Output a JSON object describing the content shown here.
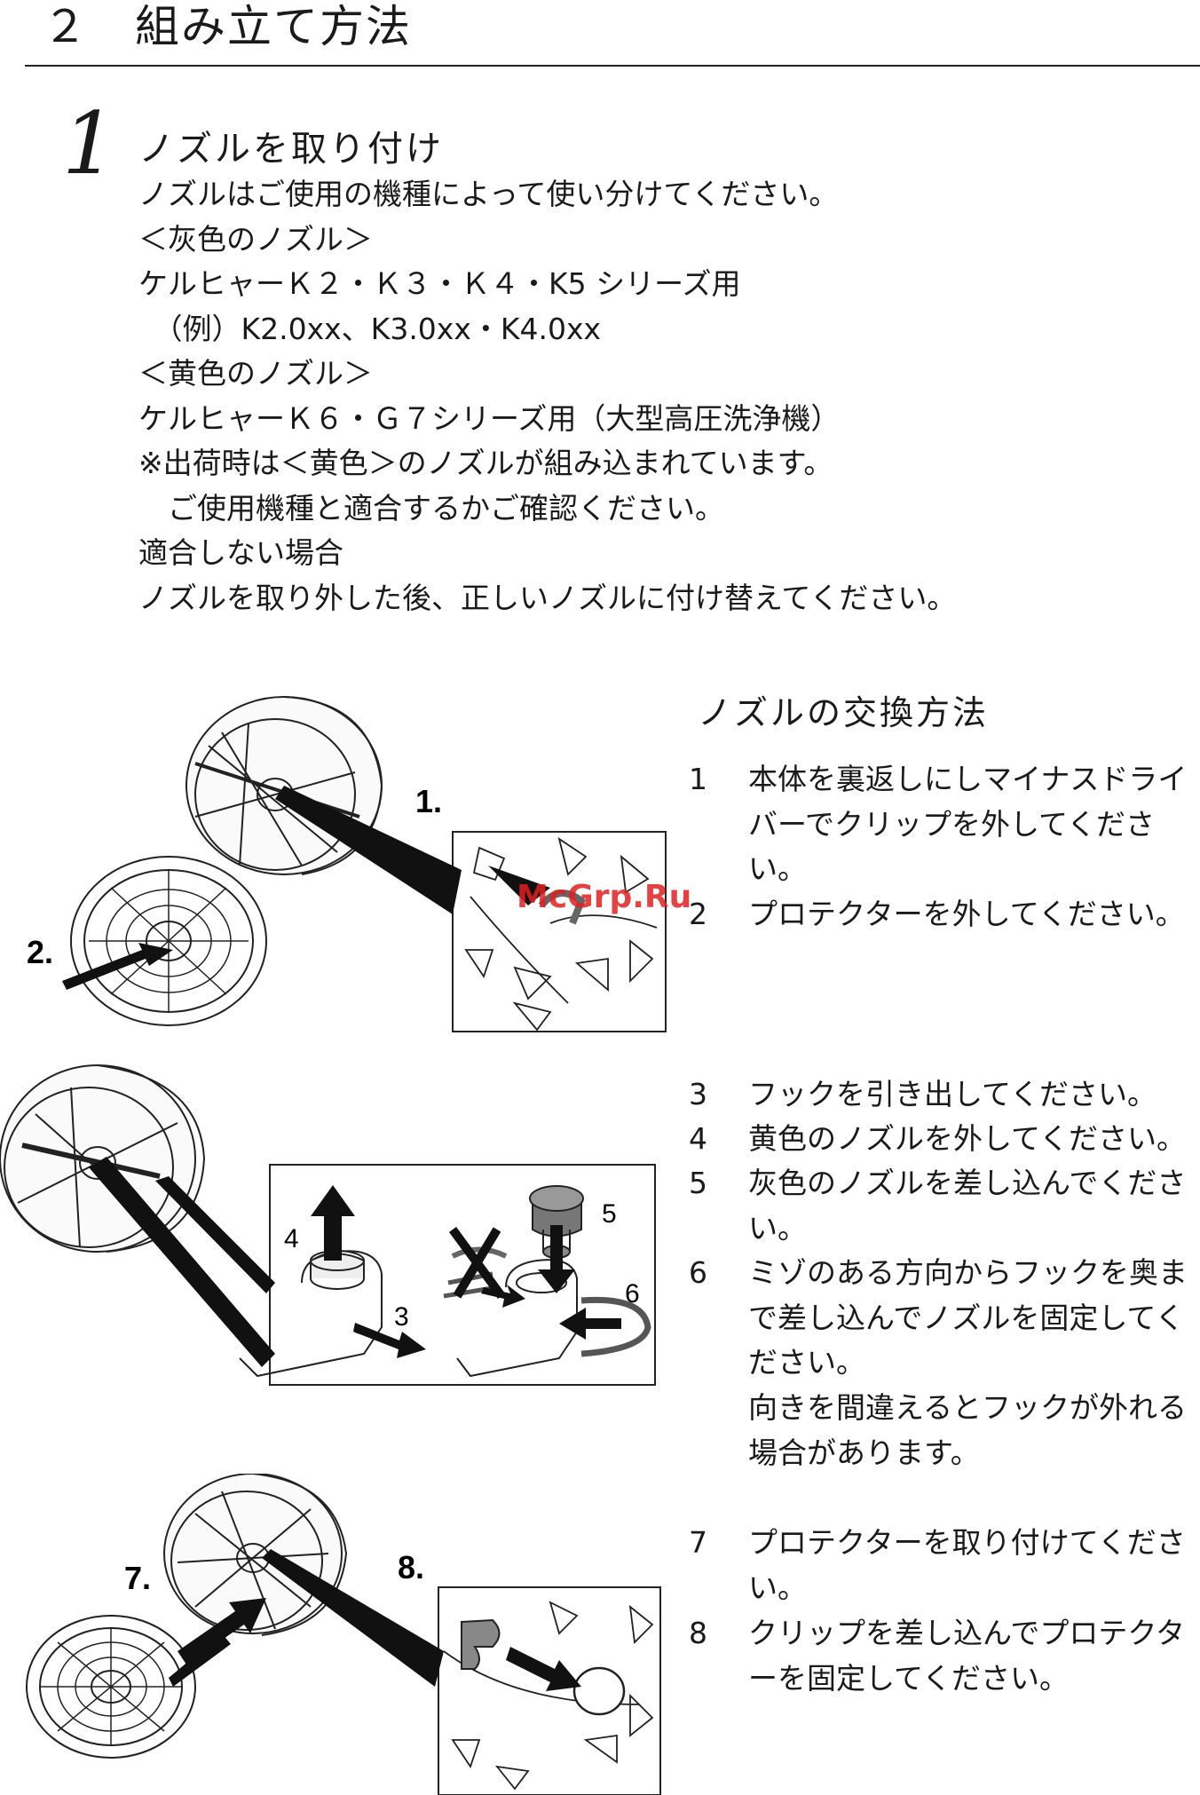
{
  "section": {
    "title": "２　組み立て方法"
  },
  "step": {
    "number": "1",
    "title": "ノズルを取り付け",
    "lines": [
      "ノズルはご使用の機種によって使い分けてください。",
      "＜灰色のノズル＞",
      "ケルヒャーＫ２・Ｋ３・Ｋ４・K5 シリーズ用",
      "　（例）K2.0xx、K3.0xx・K4.0xx",
      "＜黄色のノズル＞",
      "ケルヒャーＫ６・Ｇ７シリーズ用（大型高圧洗浄機）",
      "※出荷時は＜黄色＞のノズルが組み込まれています。",
      "　ご使用機種と適合するかご確認ください。",
      "適合しない場合",
      "ノズルを取り外した後、正しいノズルに付け替えてください。"
    ]
  },
  "procedure": {
    "title": "ノズルの交換方法",
    "items": [
      {
        "num": "1",
        "text": "本体を裏返しにしマイナスドライバーでクリップを外してください。"
      },
      {
        "num": "2",
        "text": "プロテクターを外してください。"
      },
      {
        "num": "3",
        "text": "フックを引き出してください。"
      },
      {
        "num": "4",
        "text": "黄色のノズルを外してください。"
      },
      {
        "num": "5",
        "text": "灰色のノズルを差し込んでください。"
      },
      {
        "num": "6",
        "text": "ミゾのある方向からフックを奥まで差し込んでノズルを固定してください。"
      },
      {
        "num": "",
        "text": "向きを間違えるとフックが外れる場合があります。"
      },
      {
        "num": "7",
        "text": "プロテクターを取り付けてください。"
      },
      {
        "num": "8",
        "text": "クリップを差し込んでプロテクターを固定してください。"
      }
    ]
  },
  "figures": {
    "fig1": {
      "label_1": "1.",
      "label_2": "2."
    },
    "fig2": {
      "label_3": "3",
      "label_4": "4",
      "label_5": "5",
      "label_6": "6"
    },
    "fig3": {
      "label_7": "7.",
      "label_8": "8."
    }
  },
  "watermark": "McGrp.Ru"
}
